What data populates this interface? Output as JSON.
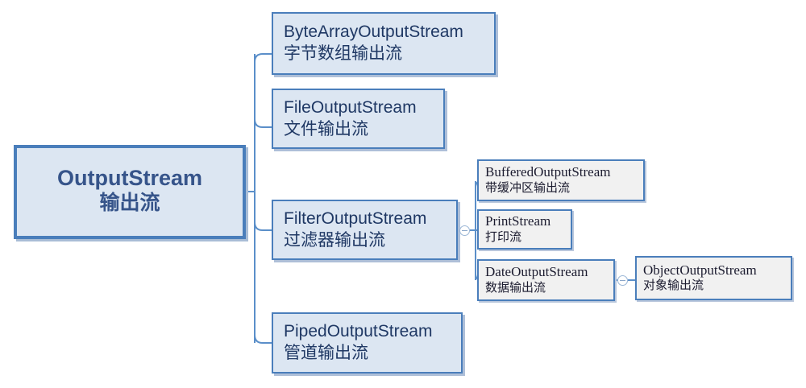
{
  "diagram": {
    "title": "OutputStream class hierarchy",
    "colors": {
      "blue_fill": "#dce6f2",
      "blue_border": "#4a7ebb",
      "blue_text": "#1f3864",
      "root_text": "#36548a",
      "gray_fill": "#f1f1f1",
      "connector": "#5b8fc9",
      "background": "#ffffff"
    },
    "root": {
      "title": "OutputStream",
      "subtitle": "输出流"
    },
    "level1": [
      {
        "title": "ByteArrayOutputStream",
        "subtitle": "字节数组输出流"
      },
      {
        "title": "FileOutputStream",
        "subtitle": "文件输出流"
      },
      {
        "title": "FilterOutputStream",
        "subtitle": "过滤器输出流"
      },
      {
        "title": "PipedOutputStream",
        "subtitle": "管道输出流"
      }
    ],
    "level2": [
      {
        "title": "BufferedOutputStream",
        "subtitle": "带缓冲区输出流"
      },
      {
        "title": "PrintStream",
        "subtitle": "打印流"
      },
      {
        "title": "DateOutputStream",
        "subtitle": "数据输出流"
      }
    ],
    "level3": [
      {
        "title": "ObjectOutputStream",
        "subtitle": "对象输出流"
      }
    ],
    "toggles": [
      {
        "name": "collapse-toggle-filter",
        "state": "expanded",
        "glyph": "minus"
      },
      {
        "name": "collapse-toggle-date",
        "state": "expanded",
        "glyph": "minus"
      }
    ]
  }
}
